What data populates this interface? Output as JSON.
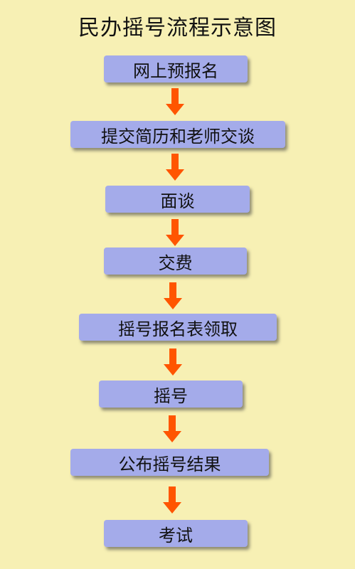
{
  "title": "民办摇号流程示意图",
  "steps": [
    {
      "label": "网上预报名"
    },
    {
      "label": "提交简历和老师交谈"
    },
    {
      "label": "面谈"
    },
    {
      "label": "交费"
    },
    {
      "label": "摇号报名表领取"
    },
    {
      "label": "摇号"
    },
    {
      "label": "公布摇号结果"
    },
    {
      "label": "考试"
    }
  ],
  "colors": {
    "background": "#f7f0b4",
    "box_fill": "#a4abea",
    "arrow": "#ff5500",
    "text": "#111111"
  },
  "icons": {
    "connector": "down-arrow-icon"
  }
}
